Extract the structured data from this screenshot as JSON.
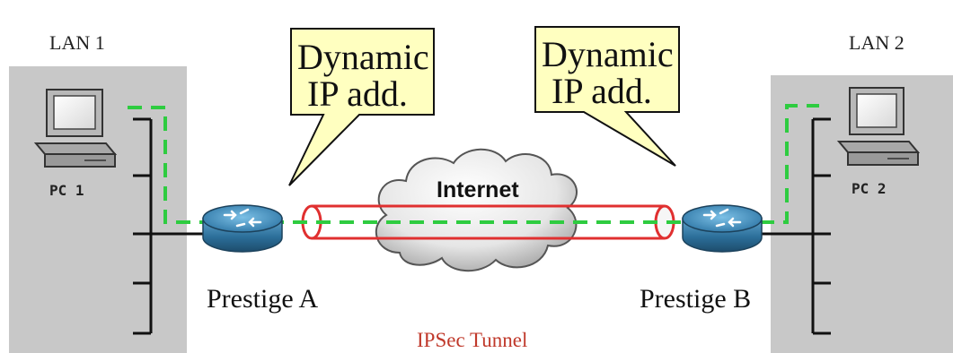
{
  "lan1": {
    "title": "LAN 1",
    "pc_label": "PC 1"
  },
  "lan2": {
    "title": "LAN 2",
    "pc_label": "PC 2"
  },
  "callouts": [
    {
      "line1": "Dynamic",
      "line2": "IP add."
    },
    {
      "line1": "Dynamic",
      "line2": "IP add."
    }
  ],
  "cloud_label": "Internet",
  "routers": {
    "a": "Prestige A",
    "b": "Prestige B"
  },
  "tunnel_label": "IPSec Tunnel",
  "icons": {
    "pc": "desktop-computer-icon",
    "router": "router-icon",
    "cloud": "internet-cloud-icon"
  },
  "colors": {
    "lan_background": "#c8c8c8",
    "vpn_path": "#2ecc40",
    "tunnel": "#e03030",
    "callout": "#ffffc0",
    "router": "#2c6f9a"
  }
}
